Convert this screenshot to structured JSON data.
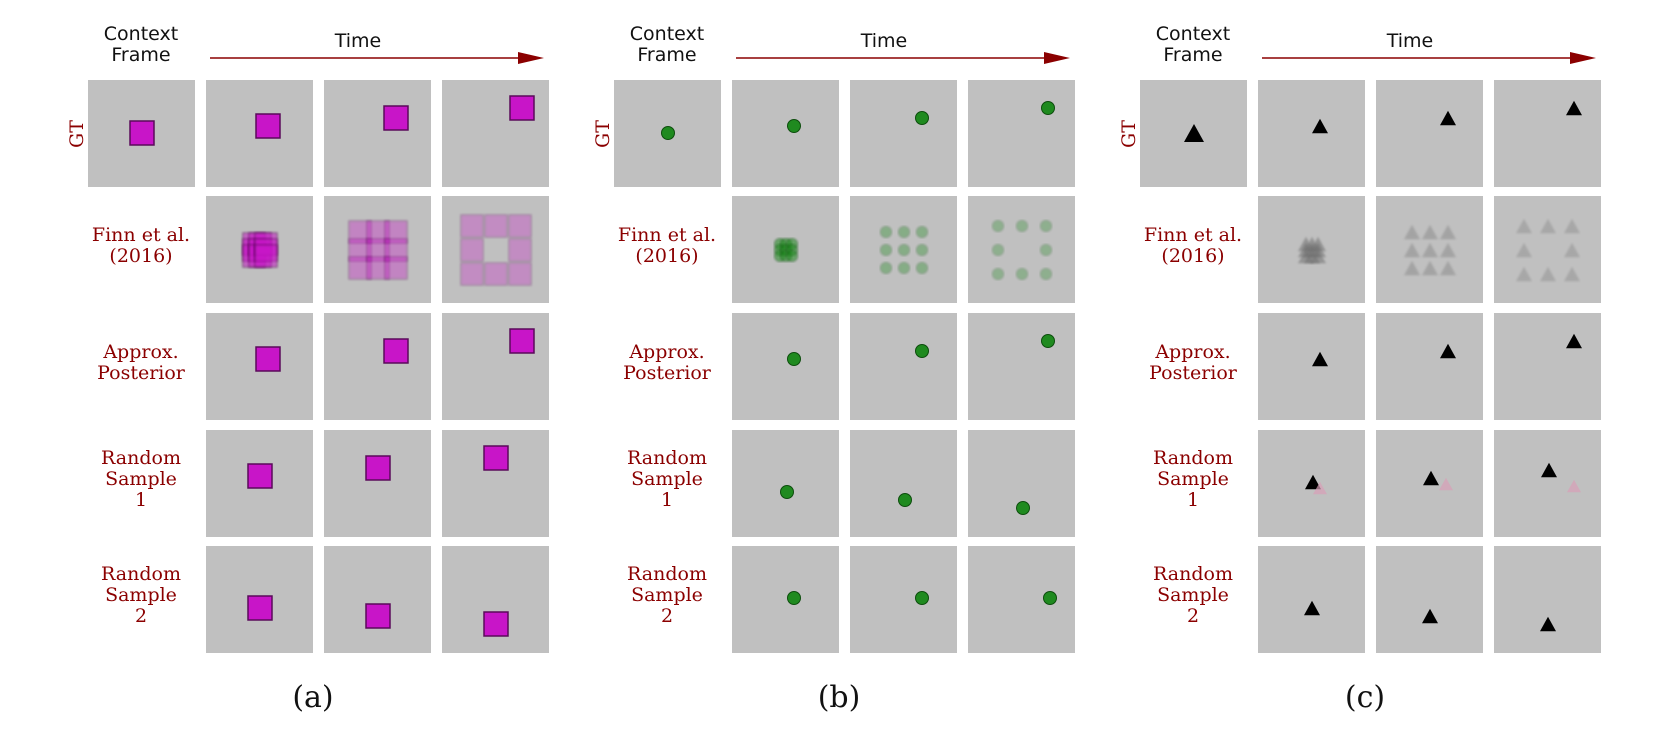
{
  "headers": {
    "context_frame": "Context\nFrame",
    "time": "Time"
  },
  "row_labels": {
    "gt": "GT",
    "finn": "Finn et al.\n(2016)",
    "approx": "Approx.\nPosterior",
    "rs1": "Random\nSample\n1",
    "rs2": "Random\nSample\n2"
  },
  "panels": [
    {
      "caption": "(a)",
      "shape": "square",
      "color": "#c815c8"
    },
    {
      "caption": "(b)",
      "shape": "circle",
      "color": "#1f8a1f"
    },
    {
      "caption": "(c)",
      "shape": "triangle",
      "color": "#000000"
    }
  ],
  "colors": {
    "label": "#8b0000",
    "cell_bg": "#c0c0c0",
    "arrow": "#8b0000"
  }
}
